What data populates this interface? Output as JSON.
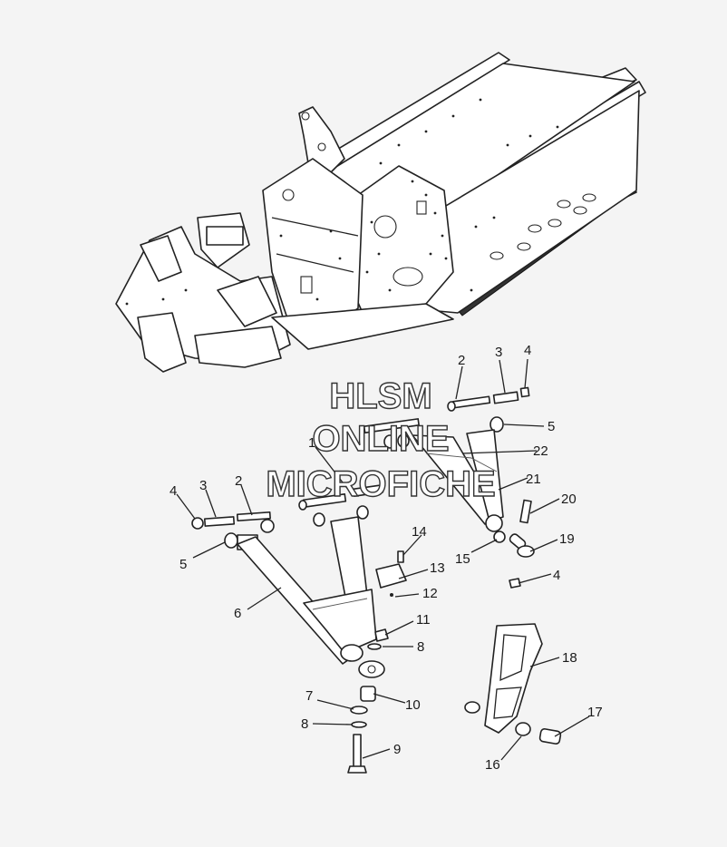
{
  "watermark": {
    "line1": "HLSM",
    "line2": "ONLINE",
    "line3": "MICROFICHE"
  },
  "callouts": [
    {
      "id": "c1",
      "label": "1"
    },
    {
      "id": "c2a",
      "label": "2"
    },
    {
      "id": "c2b",
      "label": "2"
    },
    {
      "id": "c3a",
      "label": "3"
    },
    {
      "id": "c3b",
      "label": "3"
    },
    {
      "id": "c4a",
      "label": "4"
    },
    {
      "id": "c4b",
      "label": "4"
    },
    {
      "id": "c4c",
      "label": "4"
    },
    {
      "id": "c5a",
      "label": "5"
    },
    {
      "id": "c5b",
      "label": "5"
    },
    {
      "id": "c6",
      "label": "6"
    },
    {
      "id": "c7",
      "label": "7"
    },
    {
      "id": "c8a",
      "label": "8"
    },
    {
      "id": "c8b",
      "label": "8"
    },
    {
      "id": "c9",
      "label": "9"
    },
    {
      "id": "c10",
      "label": "10"
    },
    {
      "id": "c11",
      "label": "11"
    },
    {
      "id": "c12",
      "label": "12"
    },
    {
      "id": "c13",
      "label": "13"
    },
    {
      "id": "c14",
      "label": "14"
    },
    {
      "id": "c15",
      "label": "15"
    },
    {
      "id": "c16",
      "label": "16"
    },
    {
      "id": "c17",
      "label": "17"
    },
    {
      "id": "c18",
      "label": "18"
    },
    {
      "id": "c19",
      "label": "19"
    },
    {
      "id": "c20",
      "label": "20"
    },
    {
      "id": "c21",
      "label": "21"
    },
    {
      "id": "c22",
      "label": "22"
    }
  ]
}
